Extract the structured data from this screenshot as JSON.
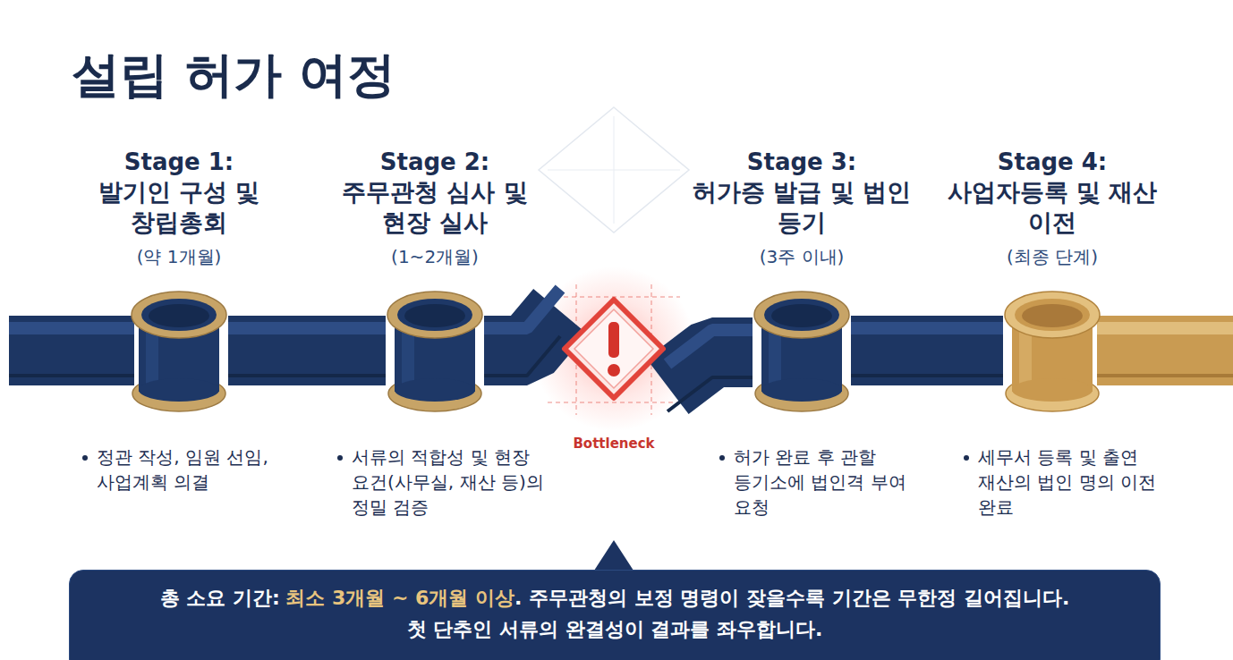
{
  "diagram": {
    "title": "설립 허가 여정",
    "nodes": [
      {
        "text": [
          "Stage 1:",
          "발기인 구성 및 창립총회",
          "(약 1개월)",
          "정관 작성, 임원 선임, 사업계획 의결"
        ]
      },
      {
        "text": [
          "Stage 2:",
          "주무관청 심사 및 현장 실사",
          "(1~2개월)",
          "서류의 적합성 및 현장 요건(사무실, 재산 등)의 정밀 검증"
        ]
      },
      {
        "text": [
          "Bottleneck"
        ]
      },
      {
        "text": [
          "Stage 3:",
          "허가증 발급 및 법인 등기",
          "(3주 이내)",
          "허가 완료 후 관할 등기소에 법인격 부여 요청"
        ]
      },
      {
        "text": [
          "Stage 4:",
          "사업자등록 및 재산 이전",
          "(최종 단계)",
          "세무서 등록 및 출연 재산의 법인 명의 이전 완료"
        ]
      },
      {
        "text": [
          "총 소요 기간:",
          "최소 3개월 ~ 6개월 이상",
          ". 주무관청의 보정 명령이 잦을수록 기간은 무한정 길어집니다.",
          "첫 단추인 서류의 완결성이 결과를 좌우합니다."
        ]
      }
    ],
    "edges": [
      {
        "from": 0,
        "to": 1,
        "arrow": "none"
      },
      {
        "from": 1,
        "to": 2,
        "arrow": "none"
      },
      {
        "from": 2,
        "to": 3,
        "arrow": "none"
      },
      {
        "from": 3,
        "to": 4,
        "arrow": "none"
      }
    ]
  }
}
